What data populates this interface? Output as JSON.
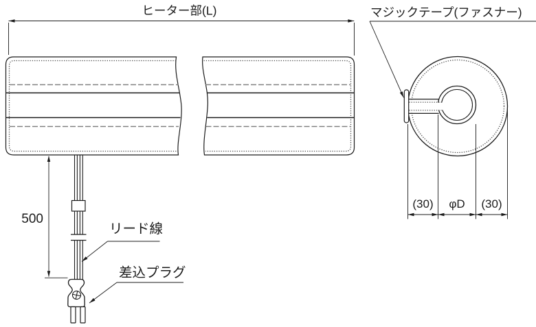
{
  "drawing": {
    "labels": {
      "heater_section": "ヒーター部(L)",
      "velcro_tape": "マジックテープ(ファスナー)",
      "lead_wire": "リード線",
      "plug": "差込プラグ"
    },
    "dimensions": {
      "lead_wire_length": "500",
      "left_side": "(30)",
      "diameter": "φD",
      "right_side": "(30)"
    },
    "colors": {
      "line": "#1a1a1a",
      "stitch_dash": "#808080",
      "texture_dot": "#4a4a4a",
      "background": "#ffffff"
    }
  }
}
